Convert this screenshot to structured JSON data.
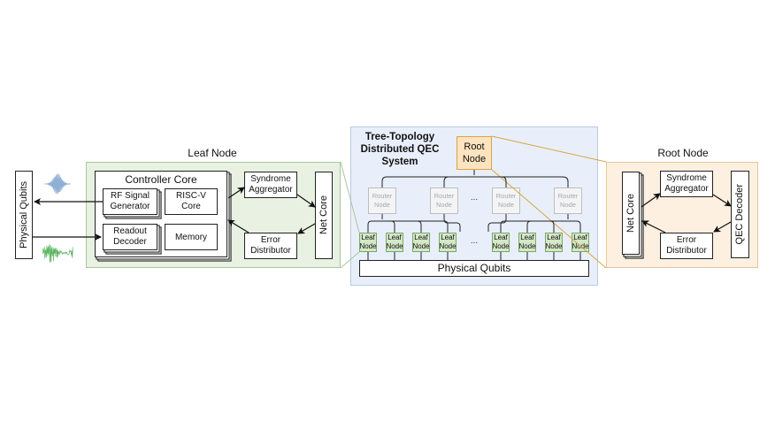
{
  "leaf_node_panel": {
    "title": "Leaf Node",
    "physical_qubits": "Physical Qubits",
    "controller_core": {
      "title": "Controller Core",
      "rf_signal_generator": "RF Signal Generator",
      "risc_v_core": "RISC-V Core",
      "readout_decoder": "Readout Decoder",
      "memory": "Memory"
    },
    "syndrome_aggregator": "Syndrome Aggregator",
    "error_distributor": "Error Distributor",
    "net_core": "Net Core"
  },
  "tree_panel": {
    "title": "Tree-Topology Distributed QEC System",
    "root_node": "Root Node",
    "router_nodes": [
      "Router Node",
      "Router Node",
      "Router Node",
      "Router Node"
    ],
    "leaf_nodes": [
      "Leaf Node",
      "Leaf Node",
      "Leaf Node",
      "Leaf Node",
      "Leaf Node",
      "Leaf Node",
      "Leaf Node",
      "Leaf Node"
    ],
    "ellipsis": "...",
    "physical_qubits": "Physical Qubits"
  },
  "root_node_panel": {
    "title": "Root Node",
    "net_core": "Net Core",
    "syndrome_aggregator": "Syndrome Aggregator",
    "error_distributor": "Error Distributor",
    "qec_decoder": "QEC Decoder"
  },
  "colors": {
    "leaf_region": "#e8f1e2",
    "tree_region": "#e9effa",
    "root_region": "#fdf0e1",
    "root_node_fill": "#fde3bf",
    "root_node_border": "#d9a443",
    "leaf_node_fill": "#d4e8c8",
    "control_wave": "#8fb0d4",
    "readout_wave": "#5bb35f"
  }
}
